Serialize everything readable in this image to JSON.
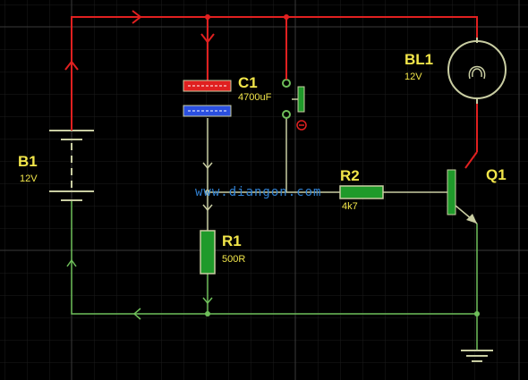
{
  "colors": {
    "background": "#000000",
    "grid_minor": "#1c1c1c",
    "grid_major": "#3a3a3a",
    "wire_live": "#e02020",
    "wire_return": "#6fbf5a",
    "wire_idle": "#c9cda2",
    "resistor_fill": "#1f9a2a",
    "cap_positive": "#e02020",
    "cap_negative": "#2a4fe0",
    "label": "#f2e64a",
    "watermark": "#2f7fd0"
  },
  "components": {
    "battery": {
      "ref": "B1",
      "value": "12V"
    },
    "capacitor": {
      "ref": "C1",
      "value": "4700uF"
    },
    "lamp": {
      "ref": "BL1",
      "value": "12V"
    },
    "resistor1": {
      "ref": "R1",
      "value": "500R"
    },
    "resistor2": {
      "ref": "R2",
      "value": "4k7"
    },
    "transistor": {
      "ref": "Q1"
    },
    "switch": {
      "icon": "pushbutton-switch-icon"
    },
    "ground": {
      "icon": "ground-icon"
    }
  },
  "watermark": "www.diangon.com"
}
